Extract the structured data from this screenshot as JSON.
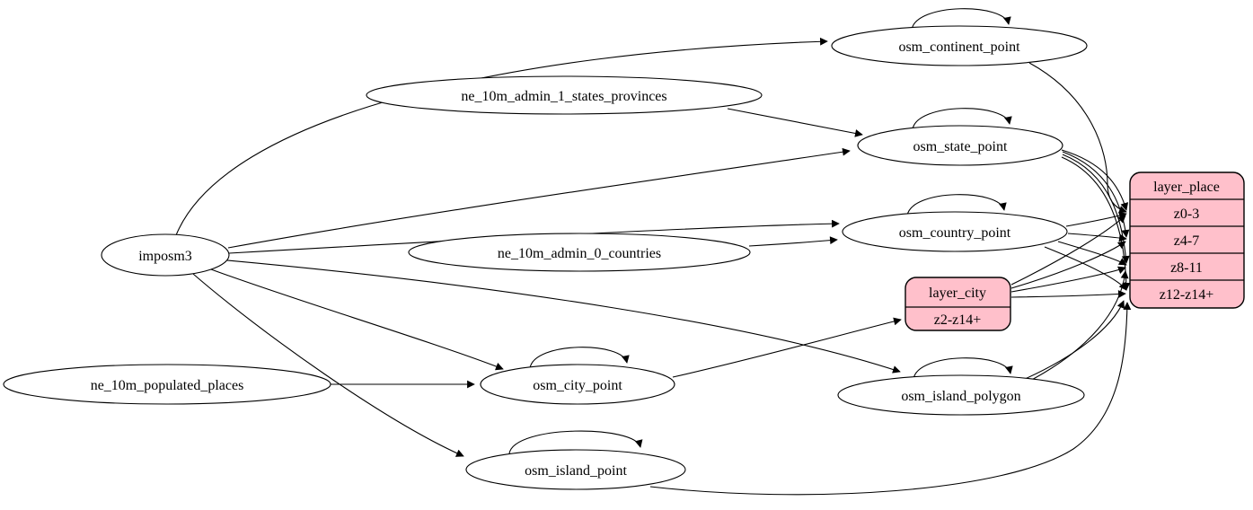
{
  "graph": {
    "colors": {
      "record_fill": "#ffc0cb",
      "node_fill": "#ffffff",
      "stroke": "#000000",
      "background": "#ffffff"
    },
    "nodes": {
      "imposm3": {
        "label": "imposm3",
        "shape": "ellipse"
      },
      "ne_10m_admin_1_states_provinces": {
        "label": "ne_10m_admin_1_states_provinces",
        "shape": "ellipse"
      },
      "ne_10m_admin_0_countries": {
        "label": "ne_10m_admin_0_countries",
        "shape": "ellipse"
      },
      "ne_10m_populated_places": {
        "label": "ne_10m_populated_places",
        "shape": "ellipse"
      },
      "osm_continent_point": {
        "label": "osm_continent_point",
        "shape": "ellipse",
        "self_loop": true
      },
      "osm_state_point": {
        "label": "osm_state_point",
        "shape": "ellipse",
        "self_loop": true
      },
      "osm_country_point": {
        "label": "osm_country_point",
        "shape": "ellipse",
        "self_loop": true
      },
      "osm_city_point": {
        "label": "osm_city_point",
        "shape": "ellipse",
        "self_loop": true
      },
      "osm_island_polygon": {
        "label": "osm_island_polygon",
        "shape": "ellipse",
        "self_loop": true
      },
      "osm_island_point": {
        "label": "osm_island_point",
        "shape": "ellipse",
        "self_loop": true
      },
      "layer_city": {
        "label": "layer_city",
        "shape": "record",
        "rows": [
          "z2-z14+"
        ]
      },
      "layer_place": {
        "label": "layer_place",
        "shape": "record",
        "rows": [
          "z0-3",
          "z4-7",
          "z8-11",
          "z12-z14+"
        ]
      }
    },
    "edges": [
      {
        "from": "imposm3",
        "to": "osm_continent_point"
      },
      {
        "from": "imposm3",
        "to": "osm_state_point"
      },
      {
        "from": "imposm3",
        "to": "osm_country_point"
      },
      {
        "from": "imposm3",
        "to": "osm_city_point"
      },
      {
        "from": "imposm3",
        "to": "osm_island_polygon"
      },
      {
        "from": "imposm3",
        "to": "osm_island_point"
      },
      {
        "from": "ne_10m_admin_1_states_provinces",
        "to": "osm_state_point"
      },
      {
        "from": "ne_10m_admin_0_countries",
        "to": "osm_country_point"
      },
      {
        "from": "ne_10m_populated_places",
        "to": "osm_city_point"
      },
      {
        "from": "osm_continent_point",
        "to": "osm_continent_point"
      },
      {
        "from": "osm_state_point",
        "to": "osm_state_point"
      },
      {
        "from": "osm_country_point",
        "to": "osm_country_point"
      },
      {
        "from": "osm_city_point",
        "to": "osm_city_point"
      },
      {
        "from": "osm_island_polygon",
        "to": "osm_island_polygon"
      },
      {
        "from": "osm_island_point",
        "to": "osm_island_point"
      },
      {
        "from": "osm_continent_point",
        "to": "layer_place:z0-3"
      },
      {
        "from": "osm_state_point",
        "to": "layer_place:z0-3"
      },
      {
        "from": "osm_state_point",
        "to": "layer_place:z4-7"
      },
      {
        "from": "osm_state_point",
        "to": "layer_place:z8-11"
      },
      {
        "from": "osm_state_point",
        "to": "layer_place:z12-z14+"
      },
      {
        "from": "osm_country_point",
        "to": "layer_place:z0-3"
      },
      {
        "from": "osm_country_point",
        "to": "layer_place:z4-7"
      },
      {
        "from": "osm_country_point",
        "to": "layer_place:z8-11"
      },
      {
        "from": "osm_country_point",
        "to": "layer_place:z12-z14+"
      },
      {
        "from": "osm_city_point",
        "to": "layer_city:z2-z14+"
      },
      {
        "from": "layer_city",
        "to": "layer_place:z0-3"
      },
      {
        "from": "layer_city",
        "to": "layer_place:z4-7"
      },
      {
        "from": "layer_city",
        "to": "layer_place:z8-11"
      },
      {
        "from": "layer_city",
        "to": "layer_place:z12-z14+"
      },
      {
        "from": "osm_island_polygon",
        "to": "layer_place:z8-11"
      },
      {
        "from": "osm_island_polygon",
        "to": "layer_place:z12-z14+"
      },
      {
        "from": "osm_island_point",
        "to": "layer_place:z12-z14+"
      }
    ]
  }
}
